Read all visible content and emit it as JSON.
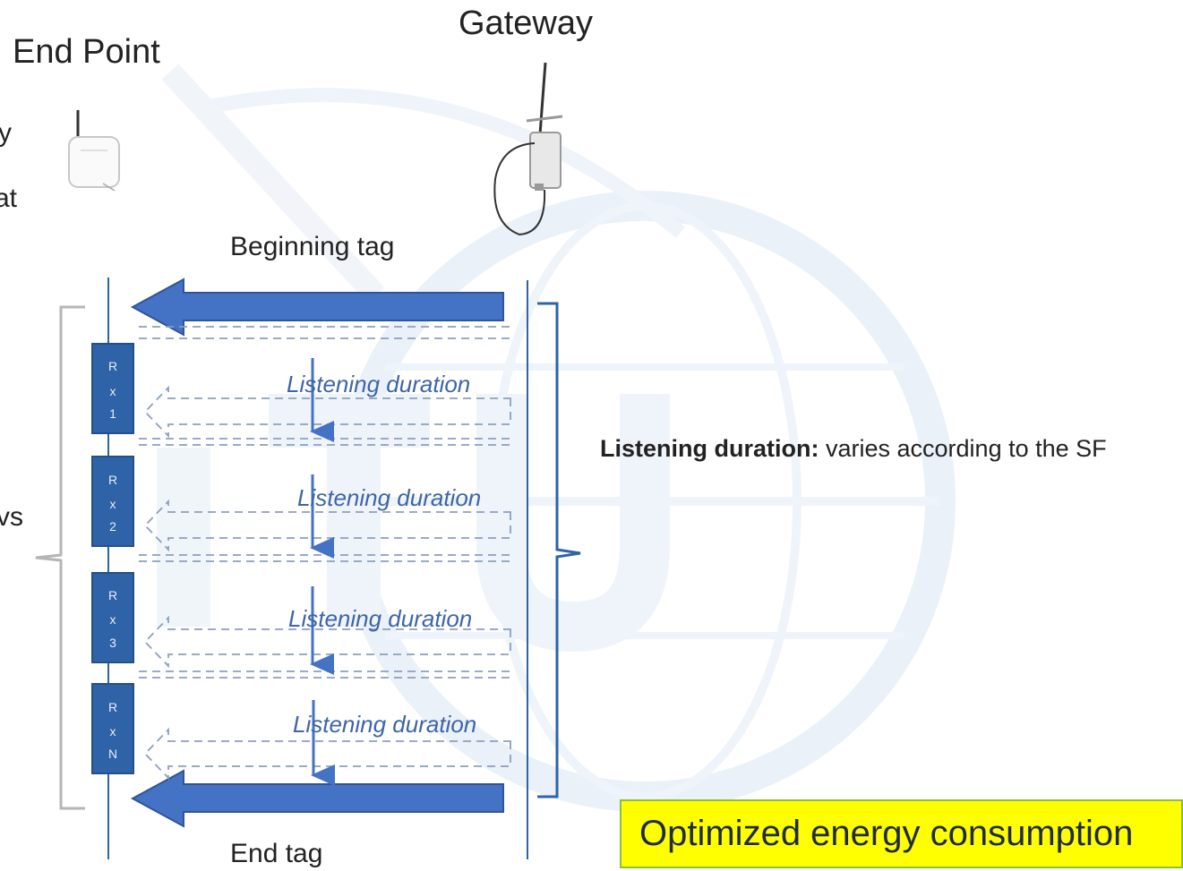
{
  "labels": {
    "end_point": "End Point",
    "gateway": "Gateway",
    "beginning_tag": "Beginning tag",
    "end_tag": "End tag",
    "listening_duration": "Listening duration",
    "note_bold": "Listening duration:",
    "note_rest": " varies according to the SF",
    "optimized": "Optimized energy consumption",
    "clipped_left_1": "y",
    "clipped_left_2": "at",
    "clipped_left_3": "vs"
  },
  "rx_windows": [
    {
      "line1": "R",
      "line2": "x",
      "line3": "1"
    },
    {
      "line1": "R",
      "line2": "x",
      "line3": "2"
    },
    {
      "line1": "R",
      "line2": "x",
      "line3": "3"
    },
    {
      "line1": "R",
      "line2": "x",
      "line3": "N"
    }
  ],
  "colors": {
    "arrow_blue": "#4472c4",
    "box_blue": "#2e63a8",
    "italic_text": "#3d65a8",
    "watermark": "#dbe6f3",
    "callout_bg": "#ffff00"
  }
}
